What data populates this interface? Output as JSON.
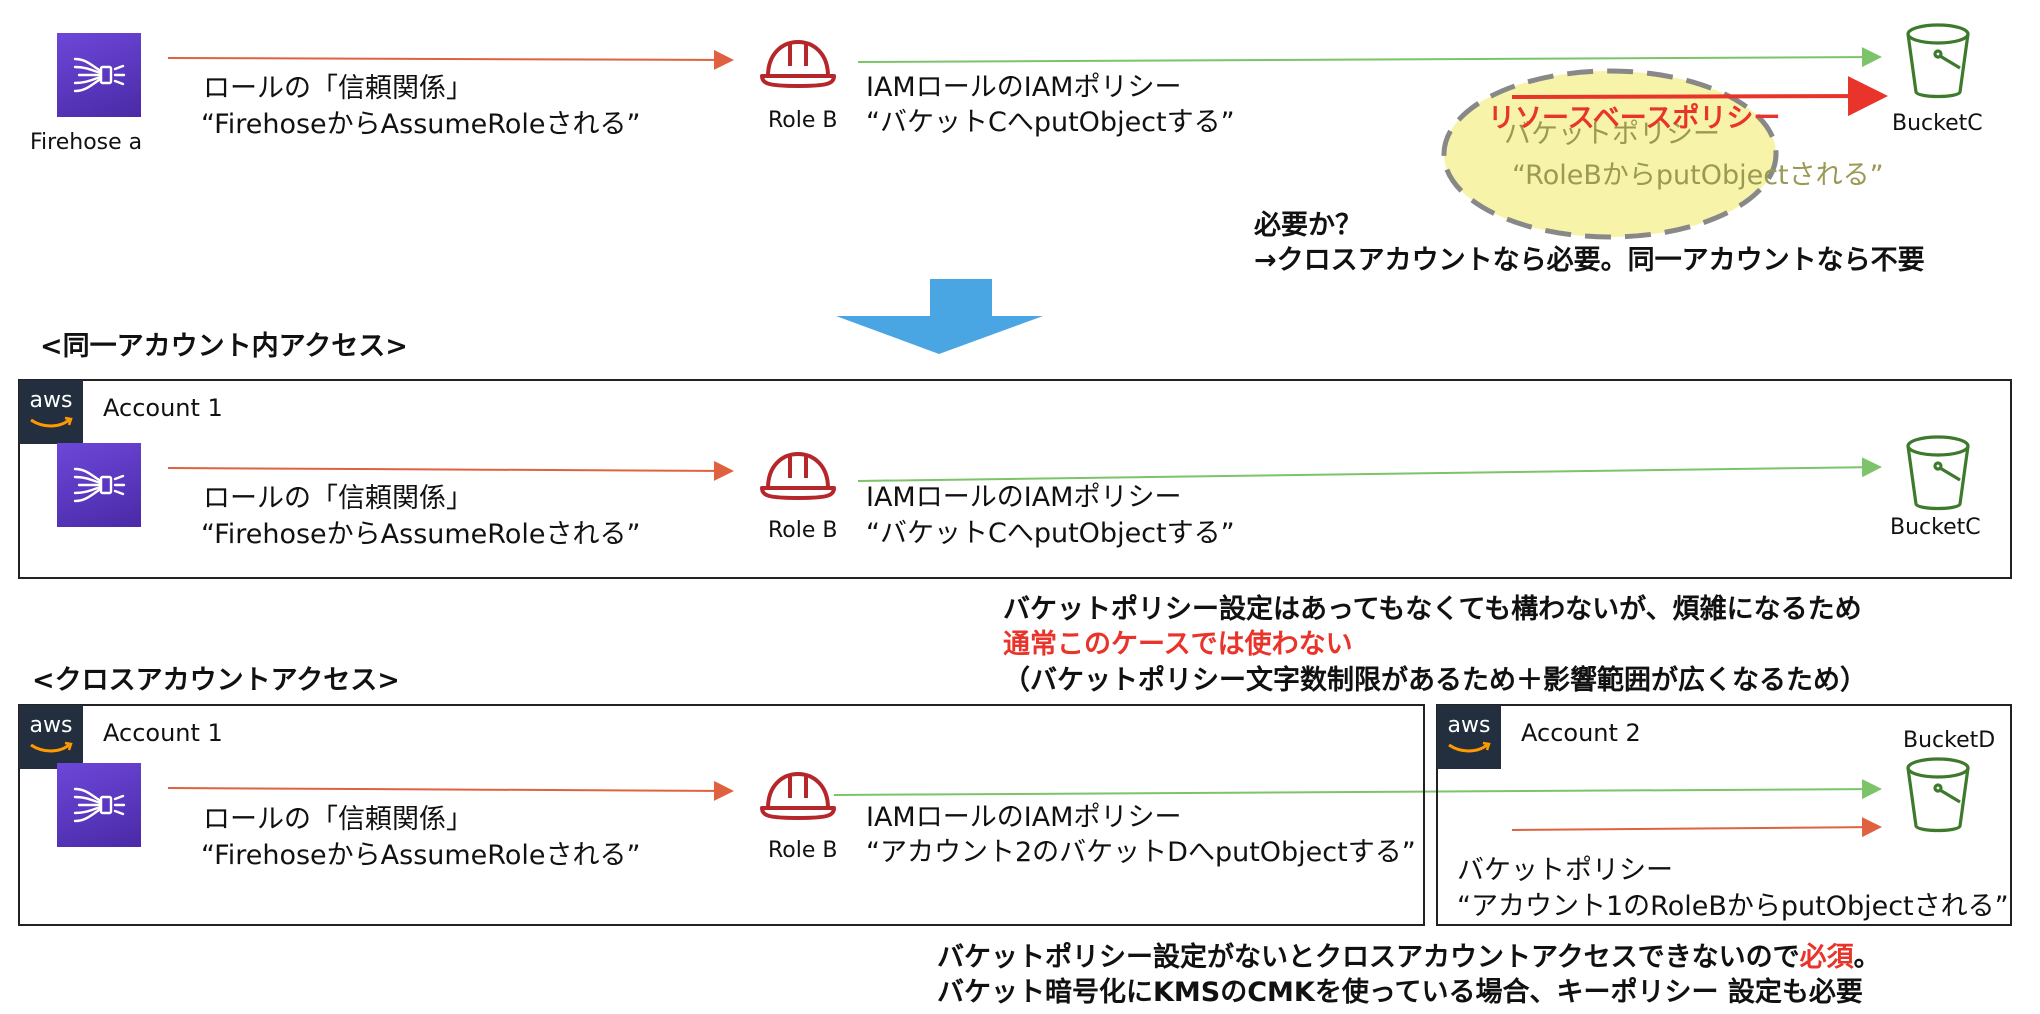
{
  "colors": {
    "purple": "#5a34c4",
    "role_red": "#b5272b",
    "bucket_green": "#3d7a2b",
    "arrow_orange": "#e0613f",
    "arrow_green": "#7cc36a",
    "arrow_blue": "#4aa5e3",
    "emphasis_red": "#e8342a",
    "bubble_fill": "#f7f3a8",
    "muted_policy": "#9a9a55",
    "aws_badge": "#232f3e"
  },
  "top": {
    "firehose_label": "Firehose a",
    "trust_line1": "ロールの「信頼関係」",
    "trust_line2": "“FirehoseからAssumeRoleされる”",
    "role_label": "Role B",
    "iam_line1": "IAMロールのIAMポリシー",
    "iam_line2": "“バケットCへputObjectする”",
    "bucket_label": "BucketC",
    "resource_policy": "リソースベースポリシー",
    "bucket_policy_line1": "バケットポリシー",
    "bucket_policy_line2": "“RoleBからputObjectされる”",
    "question": "必要か？",
    "answer": "→クロスアカウントなら必要。同一アカウントなら不要"
  },
  "same_account": {
    "heading": "<同一アカウント内アクセス>",
    "aws_badge": "aws",
    "account_label": "Account 1",
    "trust_line1": "ロールの「信頼関係」",
    "trust_line2": "“FirehoseからAssumeRoleされる”",
    "role_label": "Role B",
    "iam_line1": "IAMロールのIAMポリシー",
    "iam_line2": "“バケットCへputObjectする”",
    "bucket_label": "BucketC",
    "note_line1": "バケットポリシー設定はあってもなくても構わないが、煩雑になるため",
    "note_line2": "通常このケースでは使わない",
    "note_line3": "（バケットポリシー文字数制限があるため＋影響範囲が広くなるため）"
  },
  "cross_account": {
    "heading": "<クロスアカウントアクセス>",
    "aws_badge": "aws",
    "account1_label": "Account 1",
    "account2_label": "Account 2",
    "trust_line1": "ロールの「信頼関係」",
    "trust_line2": "“FirehoseからAssumeRoleされる”",
    "role_label": "Role B",
    "iam_line1": "IAMロールのIAMポリシー",
    "iam_line2": "“アカウント2のバケットDへputObjectする”",
    "bucket_label": "BucketD",
    "bucket_policy_line1": "バケットポリシー",
    "bucket_policy_line2": "“アカウント1のRoleBからputObjectされる”",
    "note_line1a": "バケットポリシー設定がないとクロスアカウントアクセスできないので",
    "note_line1b": "必須",
    "note_line1c": "。",
    "note_line2": "バケット暗号化にKMSのCMKを使っている場合、キーポリシー 設定も必要"
  },
  "icons": {
    "firehose": "firehose-icon",
    "role": "role-hardhat-icon",
    "bucket": "s3-bucket-icon",
    "aws": "aws-logo-icon",
    "down_arrow": "down-arrow-icon"
  }
}
